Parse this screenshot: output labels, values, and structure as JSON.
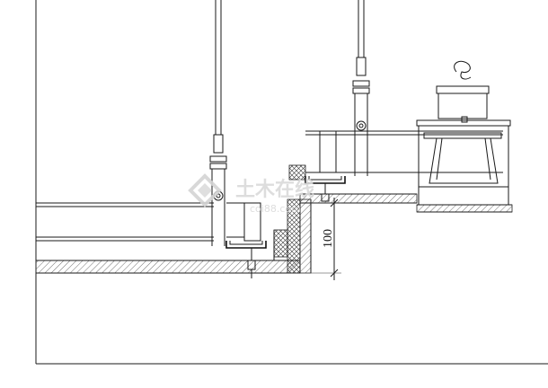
{
  "drawing": {
    "dimension_label": "100",
    "watermark": {
      "cn_text": "土木在线",
      "url_text": "coi88.com"
    }
  },
  "colors": {
    "line": "#1a1a1a",
    "watermark": "#d9d9d9",
    "background": "#ffffff"
  }
}
